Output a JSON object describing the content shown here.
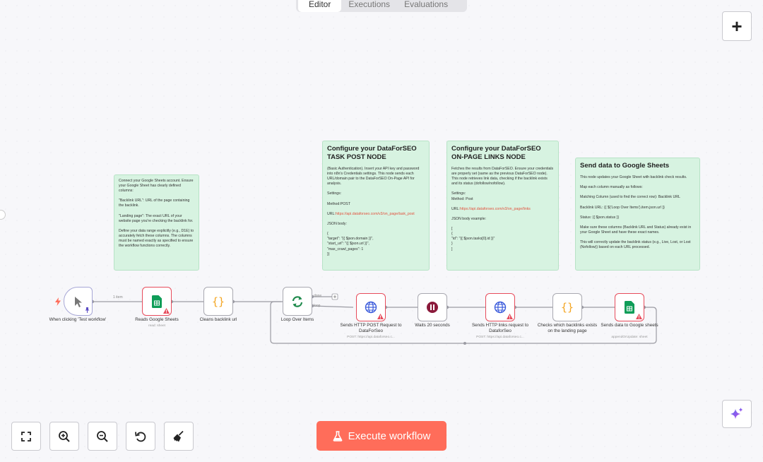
{
  "tabs": [
    {
      "label": "Editor",
      "active": true
    },
    {
      "label": "Executions",
      "active": false
    },
    {
      "label": "Evaluations",
      "active": false
    }
  ],
  "toolbar": {
    "add_label": "+",
    "execute_label": "Execute workflow"
  },
  "stickies": {
    "sheets": {
      "text": "Connect your Google Sheets account. Ensure your Google Sheet has clearly defined columns:\n\n\"Backlink URL\": URL of the page containing the backlink.\n\n\"Landing page\": The exact URL of your website page you're checking the backlink for.\n\nDefine your data range explicitly (e.g., D1E) to accurately fetch these columns. The columns must be named exactly as specified to ensure the workflow functions correctly."
    },
    "task_post": {
      "title": "Configure your DataForSEO TASK POST NODE",
      "body1": "(Basic Authentication). Insert your API key and password into n8n's Credentials settings. This node sends each URL/domain pair to the DataForSEO On-Page API for analysis.\n\nSettings:\n\nMethod:POST\n\nURL:",
      "url": "https://api.dataforseo.com/v3/on_page/task_post",
      "body2": "\n\nJSON body:\n\n{\n\"target\": \"{{ $json.domain }}\",\n\"start_url\": \"{{ $json.url }}\",\n\"max_crawl_pages\": 1\n}}"
    },
    "links": {
      "title": "Configure your DataForSEO ON-PAGE LINKS NODE",
      "body1": "Fetches the results from DataForSEO. Ensure your credentials are properly set (same as the previous DataForSEO node). This node retrieves link data, checking if the backlink exists and its status (dofollow/nofollow).\n\nSettings:\nMethod: Post\n\nURL:",
      "url": "https://api.dataforseo.com/v3/on_page/links",
      "body2": "\n\nJSON body example:\n\n[\n{\n\"id\": \"{{ $json.tasks[0].id }}\"\n}\n]"
    },
    "send": {
      "title": "Send data to Google Sheets",
      "text": "This node updates your Google Sheet with backlink check results.\n\nMap each column manually as follows:\n\nMatching Column (used to find the correct row): Backlink URL\n\nBacklink URL: {{ $('Loop Over Items').item.json.url }}\n\nStatus: {{ $json.status }}\n\nMake sure these columns (Backlink URL and Status) already exist in your Google Sheet and have these exact names.\n\nThis will correctly update the backlink status (e.g., Live, Lost, or Lost (Nofollow)) based on each URL processed."
    }
  },
  "nodes": {
    "trigger": {
      "label": "When clicking 'Test workflow'",
      "icon": "cursor-icon"
    },
    "reads": {
      "label": "Reads Google Sheets",
      "sub": "read: sheet",
      "icon": "google-sheets-icon"
    },
    "cleans": {
      "label": "Cleans backlink url",
      "icon": "code-braces-icon"
    },
    "loop": {
      "label": "Loop Over Items",
      "icon": "loop-icon"
    },
    "post": {
      "label": "Sends HTTP POST Request to DataForSeo",
      "sub": "POST: https://api.dataforseo.c...",
      "icon": "globe-icon"
    },
    "wait": {
      "label": "Waits 20 seconds",
      "icon": "pause-icon"
    },
    "links": {
      "label": "Sends HTTP links request to DataforSeo",
      "sub": "POST: https://api.dataforseo.c...",
      "icon": "globe-icon"
    },
    "checks": {
      "label": "Checks which backlinks exists on the landing page",
      "icon": "code-braces-icon"
    },
    "send": {
      "label": "Sends data to Google sheets",
      "sub": "appendOrUpdate: sheet",
      "icon": "google-sheets-icon"
    }
  },
  "connections": {
    "items_label": "1 item",
    "done_label": "done",
    "loop_label": "loop"
  },
  "colors": {
    "accent": "#ff6d5a",
    "sticky": "#d7f3e1",
    "error": "#e74c5c",
    "sheets": "#0f9d58"
  }
}
